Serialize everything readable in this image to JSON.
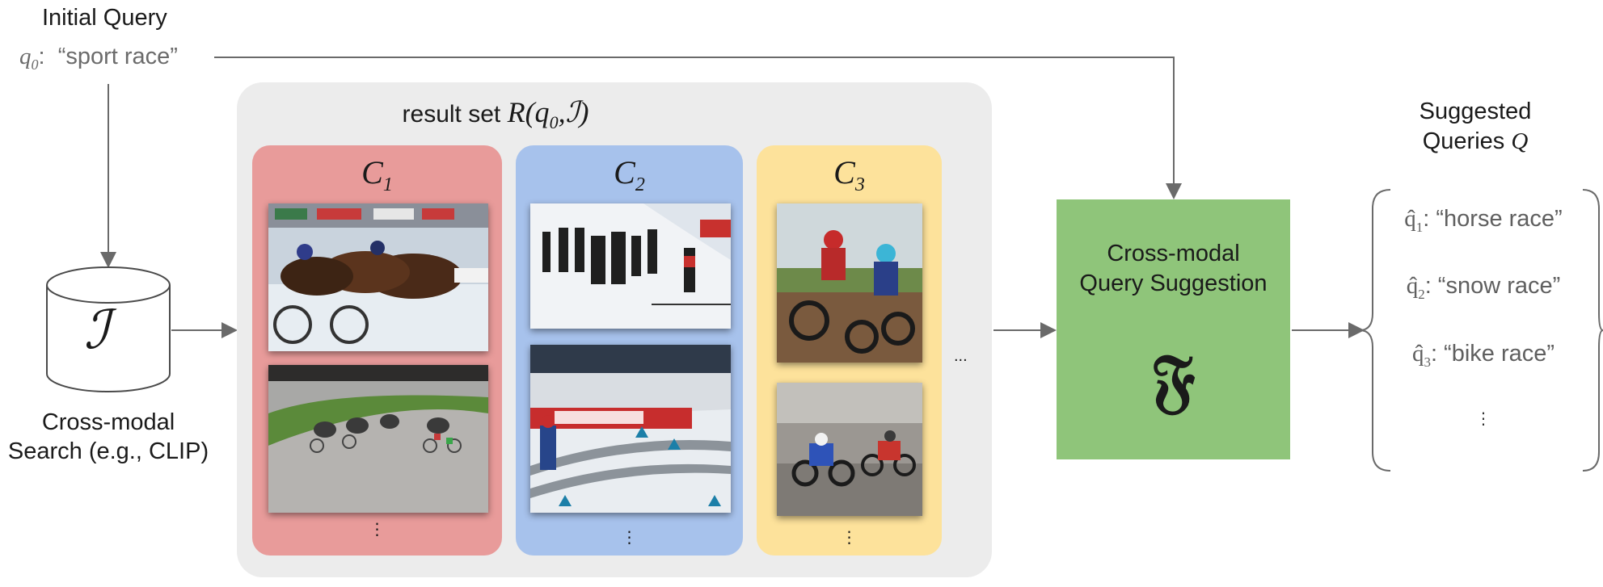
{
  "initial_query": {
    "title": "Initial Query",
    "var": "q",
    "sub": "0",
    "text": "“sport race”"
  },
  "database": {
    "symbol": "ℐ",
    "label_line1": "Cross-modal",
    "label_line2": "Search (e.g., CLIP)"
  },
  "result_set": {
    "label": "result set",
    "math_prefix": "R(q",
    "math_sub": "0",
    "math_suffix": ",ℐ)",
    "clusters": [
      {
        "name": "C",
        "sub": "1",
        "color": "#e89b9a",
        "more": "⋮"
      },
      {
        "name": "C",
        "sub": "2",
        "color": "#a7c2ec",
        "more": "⋮"
      },
      {
        "name": "C",
        "sub": "3",
        "color": "#fde29b",
        "more": "⋮"
      }
    ],
    "more_clusters": "..."
  },
  "suggestion_model": {
    "line1": "Cross-modal",
    "line2": "Query Suggestion",
    "symbol": "𝔉",
    "color": "#8fc57a"
  },
  "suggested": {
    "title_line1": "Suggested",
    "title_line2": "Queries",
    "title_var": "Q",
    "items": [
      {
        "sym": "q̂",
        "sub": "1",
        "text": ": “horse race”"
      },
      {
        "sym": "q̂",
        "sub": "2",
        "text": ": “snow race”"
      },
      {
        "sym": "q̂",
        "sub": "3",
        "text": ": “bike race”"
      }
    ],
    "more": "⋮"
  },
  "colors": {
    "arrow": "#6a6a6a",
    "panel": "#ececec"
  }
}
